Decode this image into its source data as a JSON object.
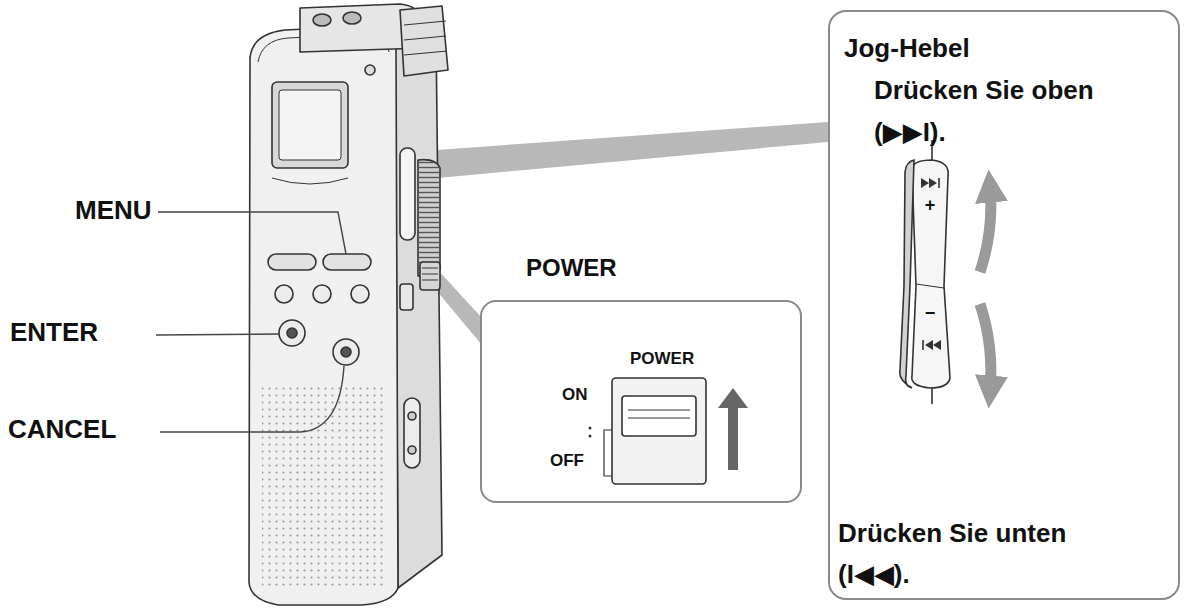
{
  "diagram": {
    "nodes": [
      {
        "text": [
          "Jog-Hebel",
          "Drücken Sie oben (▶▶I).",
          "Drücken Sie unten (I◀◀)."
        ]
      },
      {
        "text": [
          "POWER",
          "POWER",
          "ON",
          "OFF"
        ]
      }
    ],
    "labels": [
      "MENU",
      "ENTER",
      "CANCEL",
      "+",
      "−"
    ]
  }
}
